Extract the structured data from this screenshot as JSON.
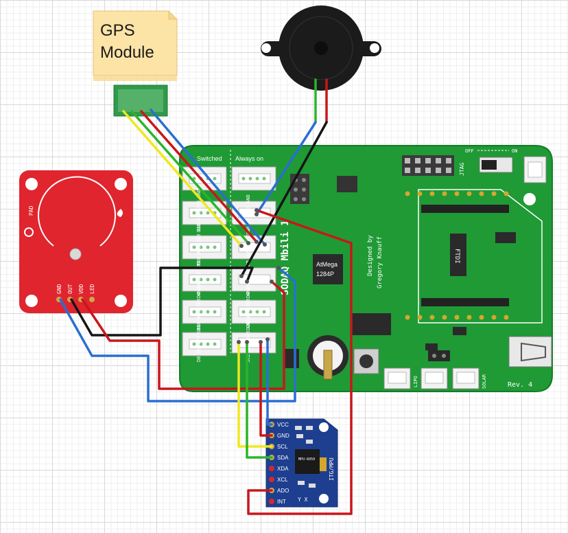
{
  "gps": {
    "line1": "GPS",
    "line2": "Module"
  },
  "board": {
    "header_switched": "Switched",
    "header_always_on": "Always on",
    "chip": {
      "line1": "AtMega",
      "line2": "1284P"
    },
    "designer": {
      "line1": "Designed by",
      "line2": "Gregory Knauff"
    },
    "name": "SODAQ Mbili 1",
    "jtag": "JTAG",
    "switch": {
      "off": "OFF",
      "on": "ON"
    },
    "ftdi": "FTDI",
    "lipo": "LIPO",
    "solar": "SOLAR",
    "rev": "Rev. 4",
    "grove_labels": {
      "left": [
        "D10 D11 3V3 GND",
        "TX0 RX0 3V3 GND",
        "D4 D5 3V3 GND",
        "D18 D19 3V3 GND",
        "D8 D9 3V3 GND"
      ],
      "right": [
        "A4 A5 3V3 GND",
        "A1 A2 3V3 GND",
        "D4 D5 3V3 GND",
        "D20 D21 3V3 GND",
        "SCL SDA 3V3 GND"
      ]
    }
  },
  "sensor": {
    "pad": "PAD",
    "pins": [
      "GND",
      "OUT",
      "VDD",
      "LED"
    ]
  },
  "imu": {
    "pins": [
      "VCC",
      "GND",
      "SCL",
      "SDA",
      "XDA",
      "XCL",
      "ADO",
      "INT"
    ],
    "chip_label": "ITG/MPU",
    "chip_text": "MPU-6050",
    "axes": "Y X"
  },
  "colors": {
    "board": "#1f9a35",
    "sensor": "#e0252e",
    "imu": "#1e3f8f",
    "note": "#fce3a6",
    "wire_red": "#c8161c",
    "wire_black": "#151515",
    "wire_blue": "#2a6fd1",
    "wire_green": "#2bb52a",
    "wire_yellow": "#efe81e"
  }
}
